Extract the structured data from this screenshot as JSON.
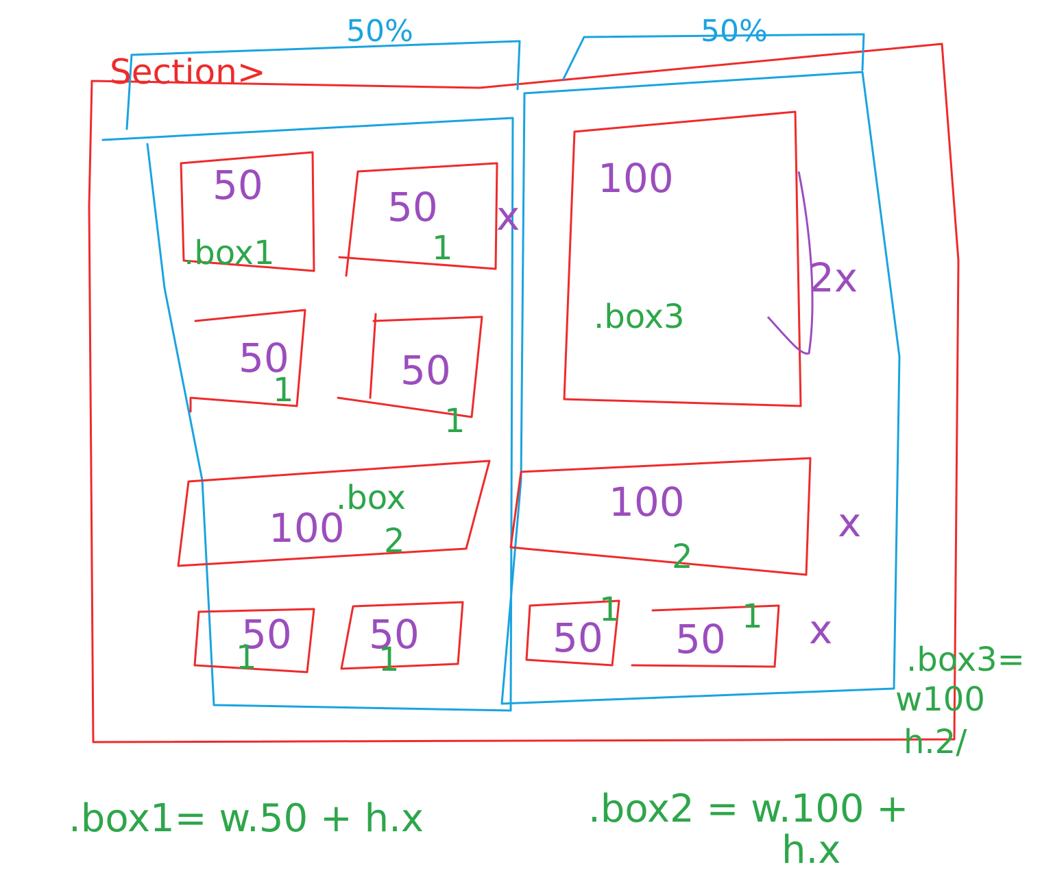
{
  "colors": {
    "red": "#ee2b2b",
    "blue": "#1aa3e0",
    "purple": "#9b4dbd",
    "green": "#2ea64a"
  },
  "labels": {
    "section": "Section>",
    "col_left_width": "50%",
    "col_right_width": "50%",
    "box1_width": "50",
    "box1_name": ".box1",
    "box_b_width": "50",
    "box_b_marker": "1",
    "box_c_width": "50",
    "box_c_marker": "1",
    "box_d_width": "50",
    "box_d_marker": "1",
    "row_x_mark": "x",
    "box2_left_name": ".box",
    "box2_left_width": "100",
    "box2_left_marker": "2",
    "box3_width": "100",
    "box3_name": ".box3",
    "box3_height": "2x",
    "box2_right_width": "100",
    "box2_right_marker": "2",
    "x_mark_mid": "x",
    "small1_width": "50",
    "small1_marker": "1",
    "small2_width": "50",
    "small2_marker": "1",
    "small3_width": "50",
    "small3_marker": "1",
    "small4_width": "50",
    "small4_marker": "1",
    "x_mark_bottom": "x",
    "note_box3_line1": ".box3=",
    "note_box3_line2": "w100",
    "note_box3_line3": "h.2/",
    "formula_box1": ".box1= w.50 + h.x",
    "formula_box2_line1": ".box2 = w.100 +",
    "formula_box2_line2": "h.x"
  }
}
